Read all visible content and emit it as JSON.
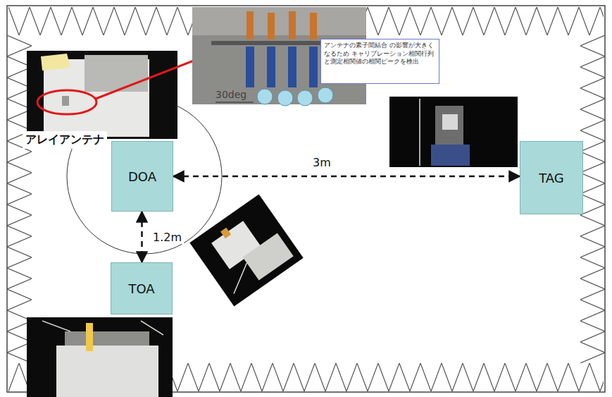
{
  "diagram": {
    "nodes": [
      {
        "text": [
          "アンテナの素子間結合 の影響が大きくなるため キャリブレーション相関行列 と測定相関値の相関ピークを検出"
        ]
      },
      {
        "text": [
          "DOA"
        ]
      },
      {
        "text": [
          "TAG"
        ]
      },
      {
        "text": [
          "TOA"
        ]
      }
    ],
    "edges": [
      {
        "from": 1,
        "to": 2,
        "arrow": "both",
        "label": "3m"
      },
      {
        "from": 1,
        "to": 3,
        "arrow": "both",
        "label": "1.2m"
      }
    ],
    "labels": [
      "アレイアンテナ",
      "30deg"
    ]
  }
}
